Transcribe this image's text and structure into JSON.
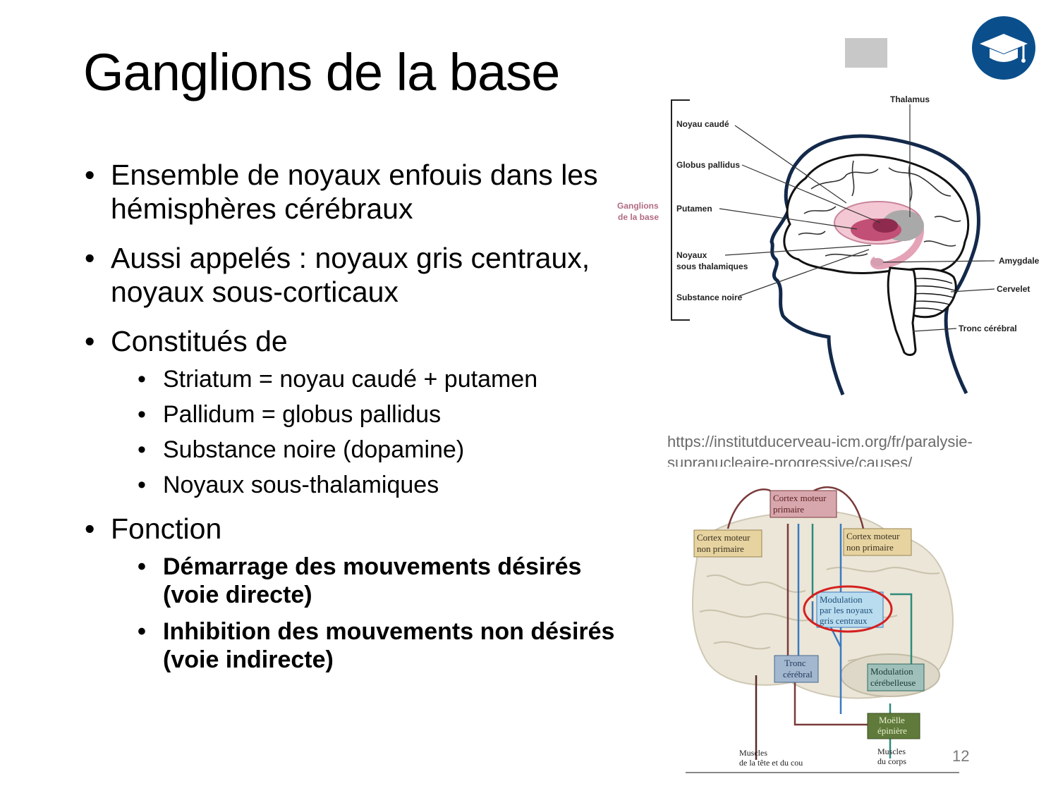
{
  "slide": {
    "title": "Ganglions de la base",
    "page_number": "12",
    "logo_icon": "graduation-cap-icon",
    "accent_color": "#0a4f8c"
  },
  "bullets": {
    "item1": "Ensemble de noyaux enfouis dans les hémisphères cérébraux",
    "item2": "Aussi appelés : noyaux gris centraux, noyaux sous-corticaux",
    "item3": "Constitués de",
    "item3_sub": [
      "Striatum = noyau caudé + putamen",
      "Pallidum = globus pallidus",
      "Substance noire (dopamine)",
      "Noyaux sous-thalamiques"
    ],
    "item4": "Fonction",
    "item4_sub": [
      "Démarrage des mouvements désirés (voie directe)",
      "Inhibition des mouvements non désirés (voie indirecte)"
    ]
  },
  "figure1": {
    "group_label_line1": "Ganglions",
    "group_label_line2": "de la base",
    "labels": {
      "thalamus": "Thalamus",
      "noyau_caude": "Noyau caudé",
      "globus_pallidus": "Globus pallidus",
      "putamen": "Putamen",
      "noyaux_line1": "Noyaux",
      "noyaux_line2": "sous thalamiques",
      "substance_noire": "Substance noire",
      "amygdale": "Amygdale",
      "cervelet": "Cervelet",
      "tronc_cerebral": "Tronc cérébral"
    },
    "caption": "https://institutducerveau-icm.org/fr/paralysie-supranucleaire-progressive/causes/"
  },
  "figure2": {
    "boxes": {
      "cortex_primaire_l1": "Cortex moteur",
      "cortex_primaire_l2": "primaire",
      "cortex_np_left_l1": "Cortex moteur",
      "cortex_np_left_l2": "non primaire",
      "cortex_np_right_l1": "Cortex moteur",
      "cortex_np_right_l2": "non primaire",
      "modulation_ngc_l1": "Modulation",
      "modulation_ngc_l2": "par les noyaux",
      "modulation_ngc_l3": "gris centraux",
      "tronc_l1": "Tronc",
      "tronc_l2": "cérébral",
      "mod_cereb_l1": "Modulation",
      "mod_cereb_l2": "cérébelleuse",
      "moelle_l1": "Moëlle",
      "moelle_l2": "épinière",
      "muscles_tete_l1": "Muscles",
      "muscles_tete_l2": "de la tête et du cou",
      "muscles_corps_l1": "Muscles",
      "muscles_corps_l2": "du corps"
    }
  }
}
